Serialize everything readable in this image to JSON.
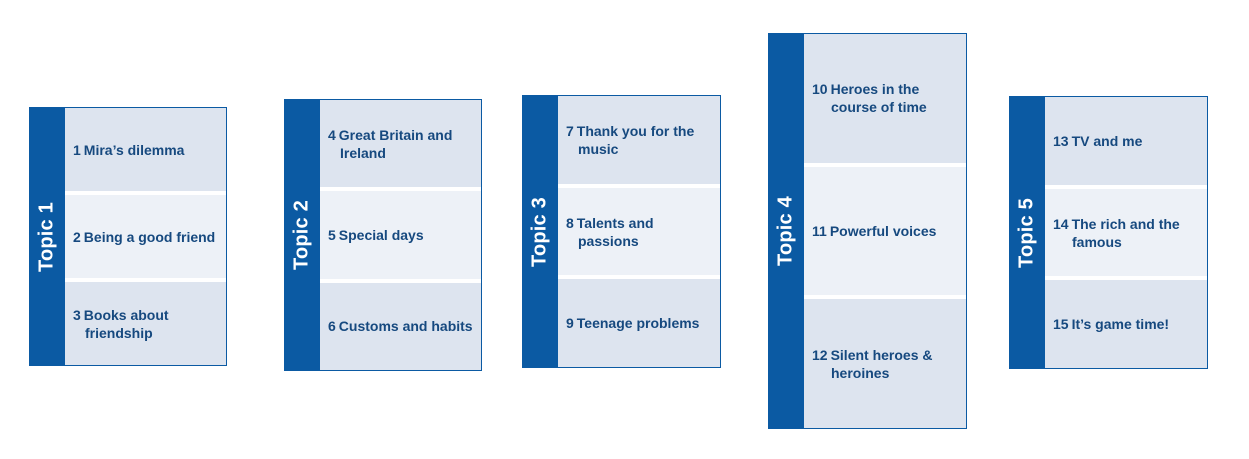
{
  "topics": [
    {
      "label": "Topic 1",
      "lessons": [
        {
          "num": "1",
          "title": "Mira’s dilemma"
        },
        {
          "num": "2",
          "title": "Being a good friend"
        },
        {
          "num": "3",
          "title": "Books about friendship"
        }
      ]
    },
    {
      "label": "Topic 2",
      "lessons": [
        {
          "num": "4",
          "title": "Great Britain and Ireland"
        },
        {
          "num": "5",
          "title": "Special days"
        },
        {
          "num": "6",
          "title": "Customs and habits"
        }
      ]
    },
    {
      "label": "Topic 3",
      "lessons": [
        {
          "num": "7",
          "title": "Thank you for the music"
        },
        {
          "num": "8",
          "title": "Talents and passions"
        },
        {
          "num": "9",
          "title": "Teenage problems"
        }
      ]
    },
    {
      "label": "Topic 4",
      "lessons": [
        {
          "num": "10",
          "title": "Heroes in the course of time"
        },
        {
          "num": "11",
          "title": "Powerful voices"
        },
        {
          "num": "12",
          "title": "Silent heroes & heroines"
        }
      ]
    },
    {
      "label": "Topic 5",
      "lessons": [
        {
          "num": "13",
          "title": "TV and me"
        },
        {
          "num": "14",
          "title": "The rich and the famous"
        },
        {
          "num": "15",
          "title": "It’s game time!"
        }
      ]
    }
  ],
  "colors": {
    "topic_bar": "#0b5aa3",
    "lesson_text": "#16497f",
    "cell_dark": "#dde4ef",
    "cell_light": "#edf1f7"
  }
}
